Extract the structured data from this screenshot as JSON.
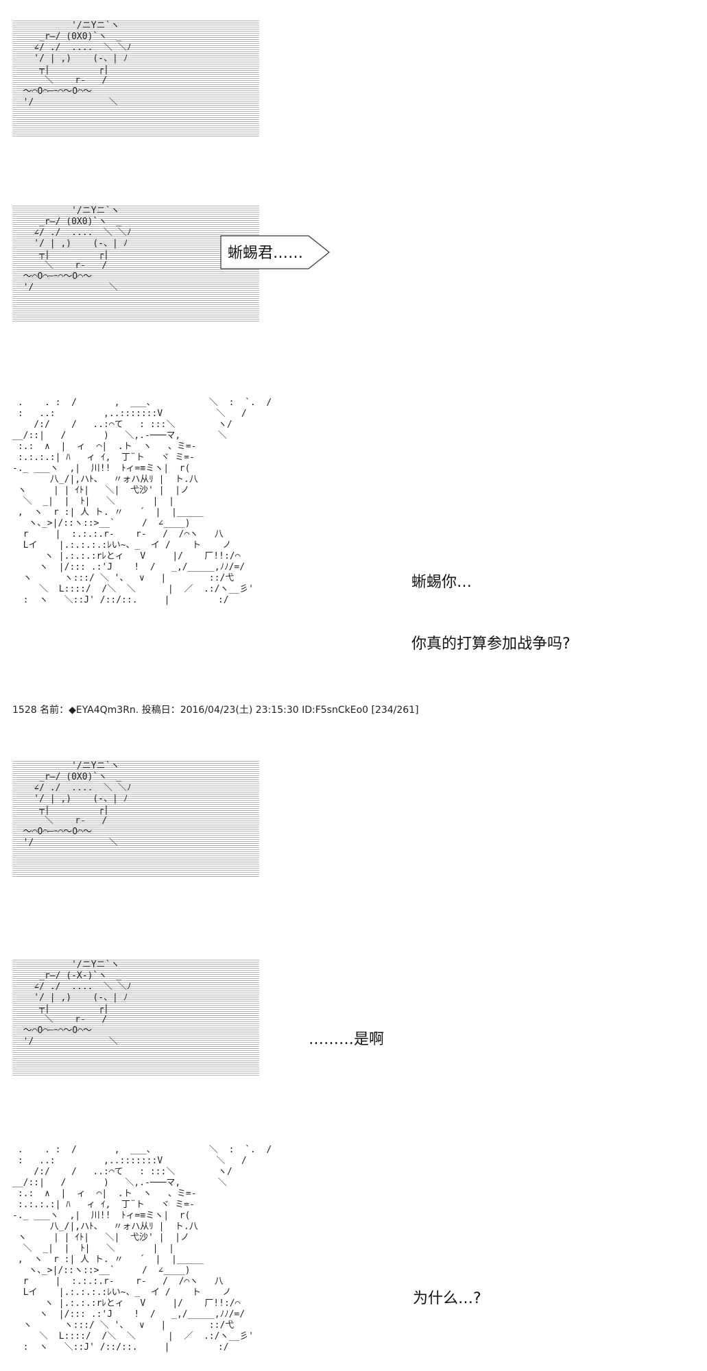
{
  "lines": {
    "line1": "蜥蜴君……",
    "line2a": "蜥蜴你…",
    "line2b": "你真的打算参加战争吗?",
    "line3": "………是啊",
    "line4": "为什么…?"
  },
  "post_meta": "1528 名前：◆EYA4Qm3Rn. 投稿日：2016/04/23(土) 23:15:30 ID:F5snCkEo0 [234/261]",
  "art": {
    "face_open": "           '/ニYニ`ヽ\n     _r―/ (0X0)`ヽ　_\n    ∠/ ./  ....  ＼ ＼ﾉ\n    '/ | ,)    (-、| ﾉ\n     ┬|         ┌|\n      ＼    r-   /\n  ～⌒O⌒─ｰ⌒～O⌒～\n  '/              ＼",
    "face_closed": "           '/ニYニ`ヽ\n     _r―/ (-X-)`ヽ　_\n    ∠/ ./  ....  ＼ ＼ﾉ\n    '/ | ,)    (-、| ﾉ\n     ┬|         ┌|\n      ＼    r-   /\n  ～⌒O⌒─ｰ⌒～O⌒～\n  '/              ＼",
    "figure": " .    . :  /       ,  ___、          ＼  :  `.  /\n :   ..:         ,..:::::::V          ＼   /\n    /:/    /   ..:⌒て   : :::＼        ヽ/\n__/::|   /       )   ＼,.-───マ,       ＼\n :.:  ∧  |  ィ  ⌒|  .ト  ヽ   、ミ=-\n :.:.:.:| ﾊ   ィ ｲ,  丁¨ト   ヾ ミ=-\n-._ ___ヽ  ,|  川!!  ﾄィ=≡ミヽ|  r(\n       八_/|,ハﾄ、  〃ォハ从ﾘ |  ト.八\n ヽ     | | ｲﾄ|   ＼|  弋沙' |  |ノ\n  ＼  _|  |  ﾄ|   ＼       |  |\n ,  ヽ  r :| 人 ト. 〃   ´  |  |_____\n   ヽ､_>|/::ヽ::>__`     /  ∠____)\n  r     |  :.:.:.r-    r-   /  /⌒ヽ   八\n  Lイ    |.:.:.:.:ﾚい~、_  イ /    ト    ノ\n      ヽ |.:.:.:rﾚとィ   V     |/    厂!!:/⌒\n     ヽ  |/::: .:'J    !  /   _,/_____,ﾉﾉ/=/\n  ヽ      ヽ:::/ ＼ '、  ∨   |        ::/弋\n     ＼  L::::/  /＼  ＼      |  ／  .:/ヽ__彡'\n  :  ヽ   ＼::J' /::/::.     |         :/"
  }
}
